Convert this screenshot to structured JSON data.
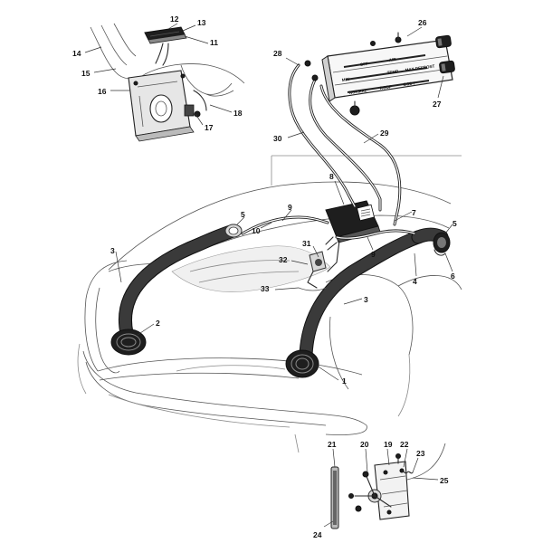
{
  "callouts": [
    {
      "id": "c1",
      "text": "1"
    },
    {
      "id": "c2",
      "text": "2"
    },
    {
      "id": "c3a",
      "text": "3"
    },
    {
      "id": "c3b",
      "text": "3"
    },
    {
      "id": "c4",
      "text": "4"
    },
    {
      "id": "c5a",
      "text": "5"
    },
    {
      "id": "c5b",
      "text": "5"
    },
    {
      "id": "c6",
      "text": "6"
    },
    {
      "id": "c7",
      "text": "7"
    },
    {
      "id": "c8",
      "text": "8"
    },
    {
      "id": "c9a",
      "text": "9"
    },
    {
      "id": "c9b",
      "text": "9"
    },
    {
      "id": "c10",
      "text": "10"
    },
    {
      "id": "c11",
      "text": "11"
    },
    {
      "id": "c12",
      "text": "12"
    },
    {
      "id": "c13",
      "text": "13"
    },
    {
      "id": "c14",
      "text": "14"
    },
    {
      "id": "c15",
      "text": "15"
    },
    {
      "id": "c16",
      "text": "16"
    },
    {
      "id": "c17",
      "text": "17"
    },
    {
      "id": "c18",
      "text": "18"
    },
    {
      "id": "c19",
      "text": "19"
    },
    {
      "id": "c20",
      "text": "20"
    },
    {
      "id": "c21",
      "text": "21"
    },
    {
      "id": "c22",
      "text": "22"
    },
    {
      "id": "c23",
      "text": "23"
    },
    {
      "id": "c24",
      "text": "24"
    },
    {
      "id": "c25",
      "text": "25"
    },
    {
      "id": "c26",
      "text": "26"
    },
    {
      "id": "c27",
      "text": "27"
    },
    {
      "id": "c28",
      "text": "28"
    },
    {
      "id": "c29",
      "text": "29"
    },
    {
      "id": "c30",
      "text": "30"
    },
    {
      "id": "c31",
      "text": "31"
    },
    {
      "id": "c32",
      "text": "32"
    },
    {
      "id": "c33",
      "text": "33"
    }
  ],
  "control_panel": {
    "labels": [
      "OFF",
      "AIR",
      "TEMP",
      "MAX DEFROST",
      "MIN",
      "NORMAL",
      "ROOF",
      "BODY"
    ]
  }
}
